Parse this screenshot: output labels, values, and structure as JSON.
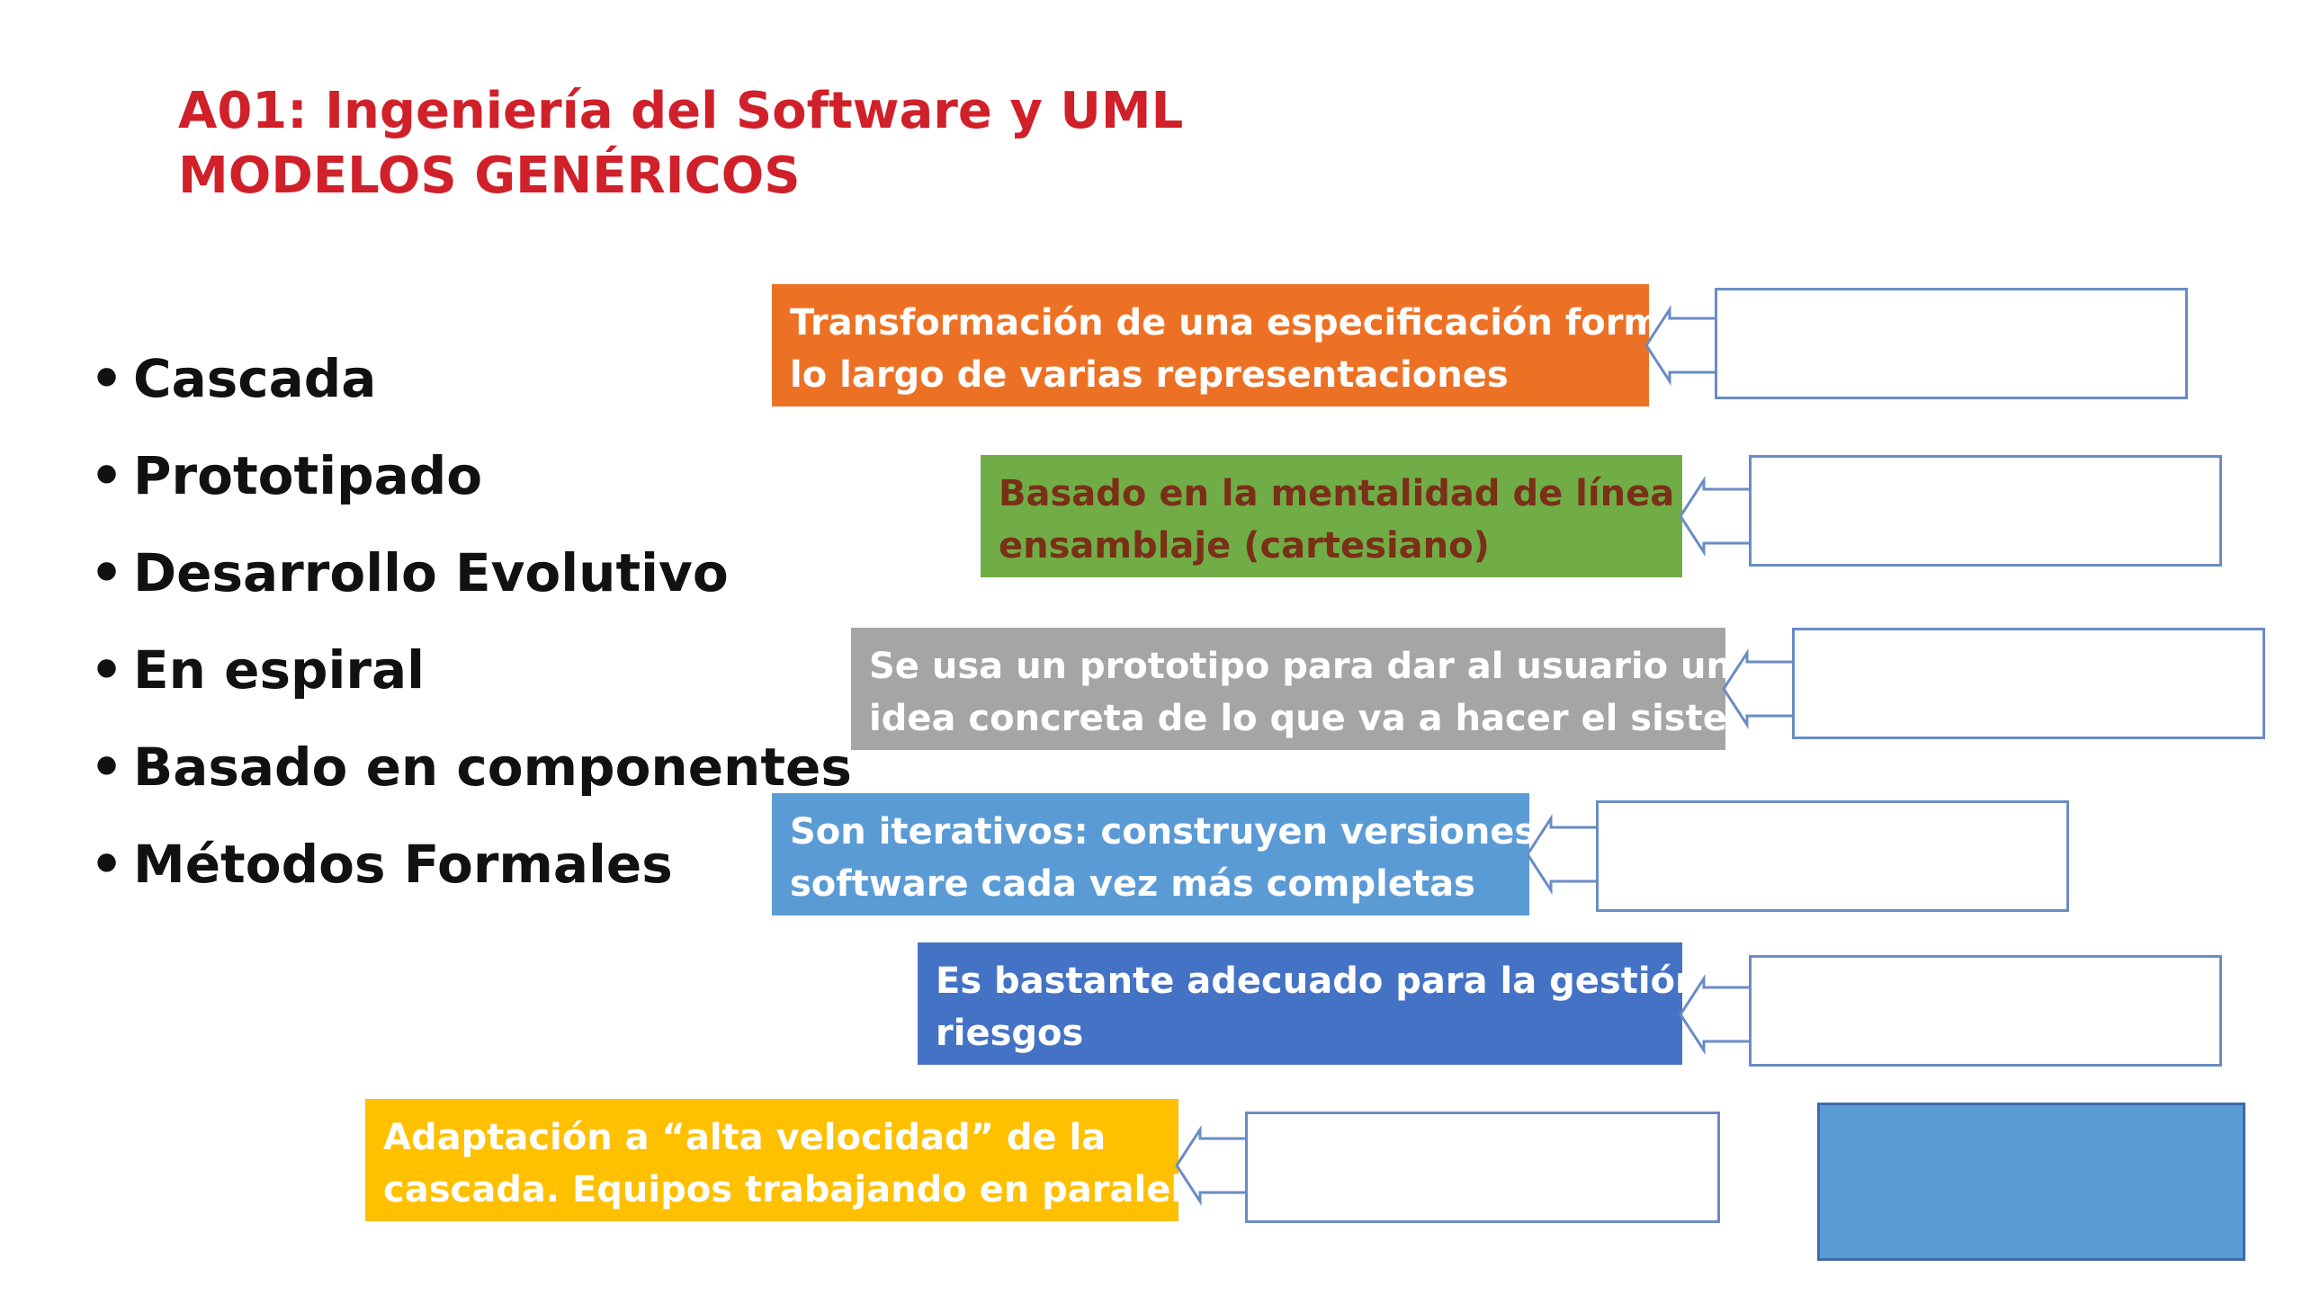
{
  "title": {
    "line1": "A01: Ingeniería del Software y UML",
    "line2": "MODELOS GENÉRICOS"
  },
  "models": [
    "Cascada",
    "Prototipado",
    "Desarrollo Evolutivo",
    "En espiral",
    "Basado en componentes",
    "Métodos Formales"
  ],
  "descriptions": [
    {
      "line1": "Transformación de una especificación formal a",
      "line2": "lo largo de varias representaciones",
      "color": "#ed7125"
    },
    {
      "line1": "Basado en la mentalidad de línea de",
      "line2": "ensamblaje (cartesiano)",
      "color": "#71ad47",
      "text_color": "#7a2f17"
    },
    {
      "line1": "Se usa un prototipo para dar al usuario una",
      "line2": "idea concreta de lo que va a hacer el sistema",
      "color": "#a5a5a5"
    },
    {
      "line1": "Son iterativos: construyen versiones de",
      "line2": "software cada vez más completas",
      "color": "#5b9bd5"
    },
    {
      "line1": "Es bastante adecuado para la gestión de",
      "line2": "riesgos",
      "color": "#4472c4"
    },
    {
      "line1": "Adaptación a “alta velocidad” de la",
      "line2": "cascada. Equipos trabajando en paralelo",
      "color": "#ffc000"
    }
  ],
  "colors": {
    "title": "#d0202a",
    "answer_border": "#6a8cc4",
    "extra_box": "#5b9bd5"
  }
}
